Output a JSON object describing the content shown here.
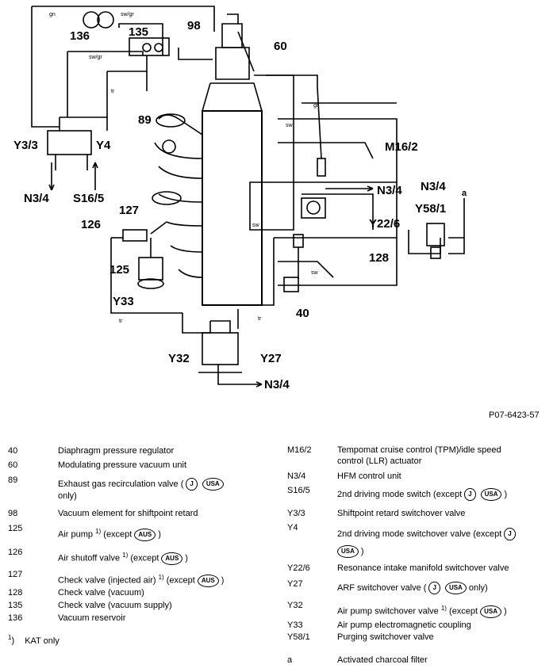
{
  "diagram": {
    "labels": {
      "c136": "136",
      "c135": "135",
      "c98": "98",
      "c60": "60",
      "c89": "89",
      "y33a": "Y3/3",
      "y4a": "Y4",
      "n34a": "N3/4",
      "s165": "S16/5",
      "m162": "M16/2",
      "n34b": "N3/4",
      "n34c": "N3/4",
      "y581": "Y58/1",
      "a": "a",
      "y226": "Y22/6",
      "c128": "128",
      "c127": "127",
      "c126": "126",
      "c125": "125",
      "y33": "Y33",
      "c40": "40",
      "y32": "Y32",
      "y27": "Y27",
      "n34d": "N3/4"
    },
    "pipe_labels": {
      "gn": "gn",
      "swgr1": "sw/gr",
      "swgr2": "sw/gr",
      "tr1": "tr",
      "gr": "gr",
      "sw1": "sw",
      "sw2": "sw",
      "sw3": "sw",
      "tr2": "tr",
      "tr3": "tr"
    }
  },
  "reference": "P07-6423-57",
  "badges": {
    "j": "J",
    "usa": "USA",
    "aus": "AUS"
  },
  "footnote": {
    "mark": "1",
    "paren": ")",
    "text": "KAT only"
  },
  "legend_left": [
    {
      "code": "40",
      "desc": "Diaphragm pressure regulator"
    },
    {
      "code": "60",
      "desc": "Modulating pressure vacuum unit"
    },
    {
      "code": "89",
      "desc_a": "Exhaust gas recirculation valve (",
      "desc_b": "only)"
    },
    {
      "code": "98",
      "desc": "Vacuum element for shiftpoint retard"
    },
    {
      "code": "125",
      "desc": "Air pump",
      "fn": "1)",
      "desc_b": "(except",
      "close": ")"
    },
    {
      "code": "126",
      "desc": "Air shutoff valve",
      "fn": "1)",
      "desc_b": "(except",
      "close": ")"
    },
    {
      "code": "127",
      "desc": "Check valve (injected air)",
      "fn": "1)",
      "desc_b": "(except",
      "close": ")"
    },
    {
      "code": "128",
      "desc": "Check valve (vacuum)"
    },
    {
      "code": "135",
      "desc": "Check valve (vacuum supply)"
    },
    {
      "code": "136",
      "desc": "Vacuum reservoir"
    }
  ],
  "legend_right": [
    {
      "code": "M16/2",
      "desc": "Tempomat cruise control (TPM)/idle speed",
      "desc2": "control (LLR) actuator"
    },
    {
      "code": "N3/4",
      "desc": "HFM control unit"
    },
    {
      "code": "S16/5",
      "desc": "2nd driving mode switch (except",
      "close": ")"
    },
    {
      "code": "Y3/3",
      "desc": "Shiftpoint retard switchover valve"
    },
    {
      "code": "Y4",
      "desc": "2nd driving mode switchover valve (except",
      "close": ")"
    },
    {
      "code": "Y22/6",
      "desc": "Resonance intake manifold switchover valve"
    },
    {
      "code": "Y27",
      "desc": "ARF switchover valve (",
      "desc_b": "only)"
    },
    {
      "code": "Y32",
      "desc": "Air pump switchover valve",
      "fn": "1)",
      "desc_b": "(except",
      "close": ")"
    },
    {
      "code": "Y33",
      "desc": "Air pump electromagnetic coupling"
    },
    {
      "code": "Y58/1",
      "desc": "Purging switchover valve"
    },
    {
      "code": "a",
      "desc": "Activated charcoal filter"
    }
  ]
}
